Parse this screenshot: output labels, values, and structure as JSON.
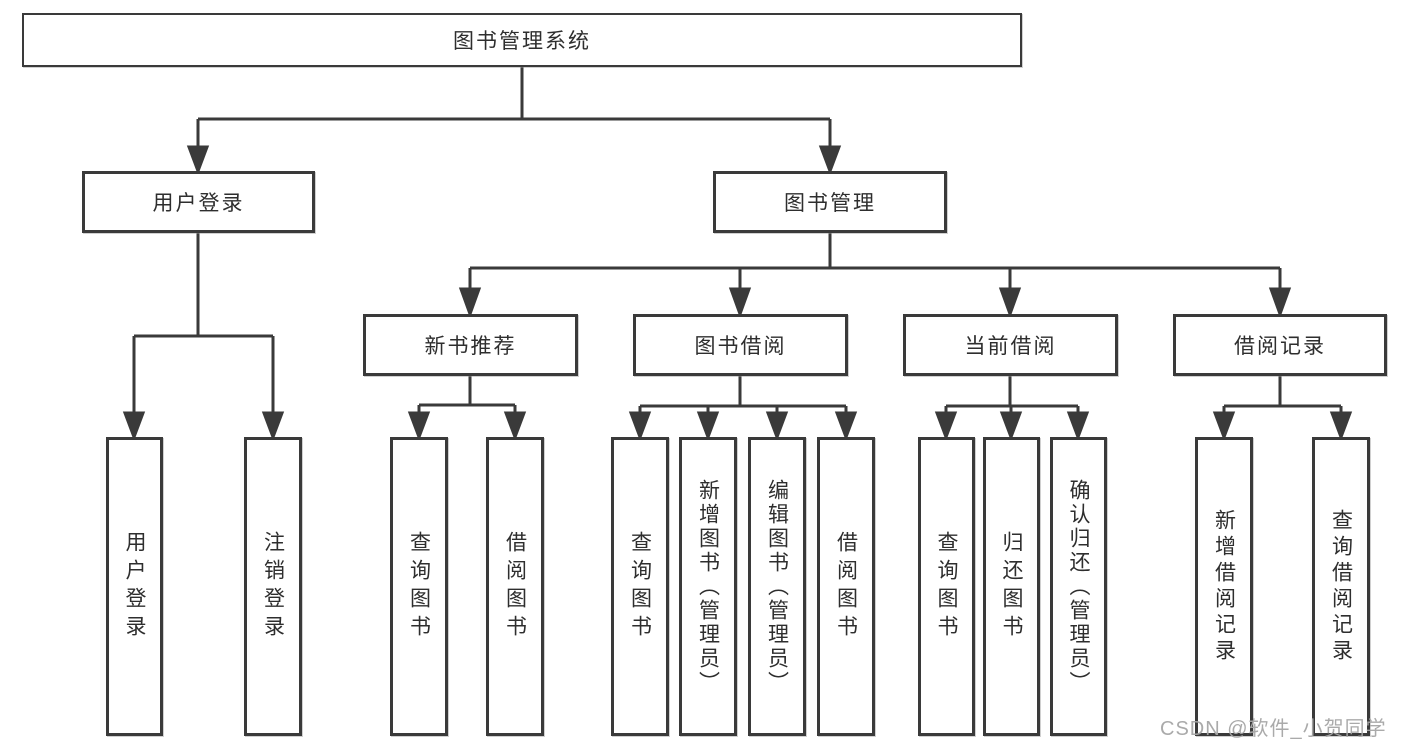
{
  "tree": {
    "root": {
      "label": "图书管理系统",
      "children": [
        {
          "label": "用户登录",
          "children": [
            {
              "label": "用户登录"
            },
            {
              "label": "注销登录"
            }
          ]
        },
        {
          "label": "图书管理",
          "children": [
            {
              "label": "新书推荐",
              "children": [
                {
                  "label": "查询图书"
                },
                {
                  "label": "借阅图书"
                }
              ]
            },
            {
              "label": "图书借阅",
              "children": [
                {
                  "label": "查询图书"
                },
                {
                  "label": "新增图书（管理员）"
                },
                {
                  "label": "编辑图书（管理员）"
                },
                {
                  "label": "借阅图书"
                }
              ]
            },
            {
              "label": "当前借阅",
              "children": [
                {
                  "label": "查询图书"
                },
                {
                  "label": "归还图书"
                },
                {
                  "label": "确认归还（管理员）"
                }
              ]
            },
            {
              "label": "借阅记录",
              "children": [
                {
                  "label": "新增借阅记录"
                },
                {
                  "label": "查询借阅记录"
                }
              ]
            }
          ]
        }
      ]
    }
  },
  "watermark": {
    "text": "CSDN @软件_小贺同学"
  },
  "colors": {
    "line": "#3A3A3A",
    "box_border": "#3A3A3A",
    "text": "#2E2E2E",
    "watermark": "#A5A5A5",
    "background": "#FFFFFF"
  }
}
